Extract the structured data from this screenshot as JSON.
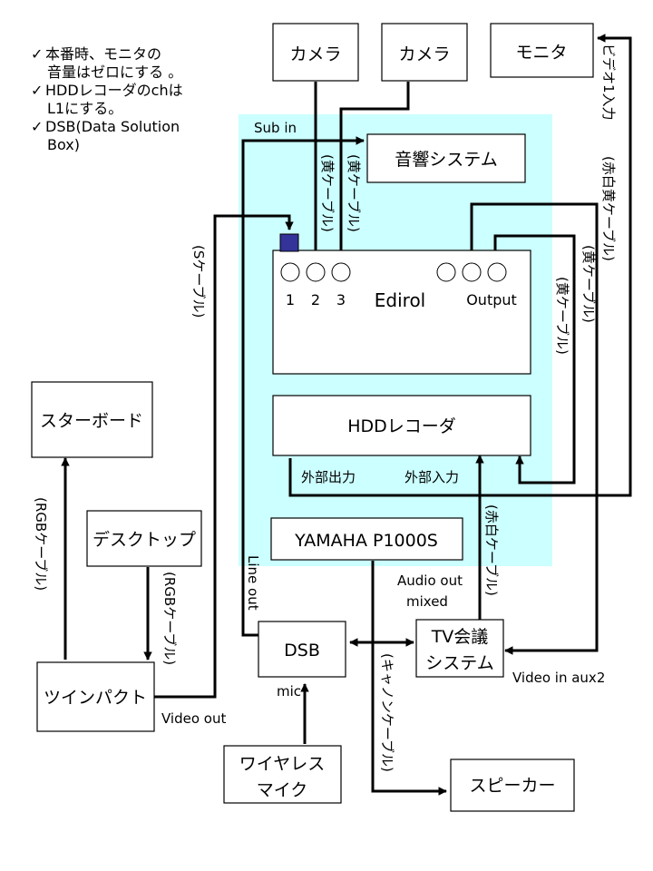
{
  "notes": [
    {
      "check": "✓",
      "line1": "本番時、モニタの",
      "line2": "音量はゼロにする 。"
    },
    {
      "check": "✓",
      "line1": "HDDレコーダのchは",
      "line2": "L1にする。"
    },
    {
      "check": "✓",
      "line1": "DSB(Data Solution",
      "line2": "Box)"
    }
  ],
  "boxes": {
    "camera1": "カメラ",
    "camera2": "カメラ",
    "monitor": "モニタ",
    "audio_system": "音響システム",
    "edirol": "Edirol",
    "hdd_recorder": "HDDレコーダ",
    "yamaha": "YAMAHA P1000S",
    "starboard": "スターボード",
    "desktop": "デスクトップ",
    "twinpact": "ツインパクト",
    "dsb": "DSB",
    "tv_conference_line1": "TV会議",
    "tv_conference_line2": "システム",
    "wireless_mic_line1": "ワイヤレス",
    "wireless_mic_line2": "マイク",
    "speaker": "スピーカー"
  },
  "ports": {
    "in1": "1",
    "in2": "2",
    "in3": "3",
    "output": "Output"
  },
  "labels": {
    "sub_in": "Sub in",
    "ext_out": "外部出力",
    "ext_in": "外部入力",
    "line_out": "Line out",
    "audio_out_1": "Audio out",
    "audio_out_2": "mixed",
    "mic": "mic",
    "video_out": "Video out",
    "video_in_aux2": "Video in aux2"
  },
  "cables": {
    "yellow1": "(黄ケーブル)",
    "yellow2": "(黄ケーブル)",
    "s_cable": "(Sケーブル)",
    "yellow3": "(黄ケーブル)",
    "yellow4": "(黄ケーブル)",
    "video1_in": "ビデオ1入力",
    "red_white_yellow": "(赤白黄ケーブル)",
    "rgb1": "(RGBケーブル)",
    "rgb2": "(RGBケーブル)",
    "red_white": "(赤白ケーブル)",
    "cannon": "(キャノンケーブル)"
  },
  "colors": {
    "highlight_region": "#ccffff",
    "sub_in_port": "#333399",
    "lines": "#000000"
  }
}
